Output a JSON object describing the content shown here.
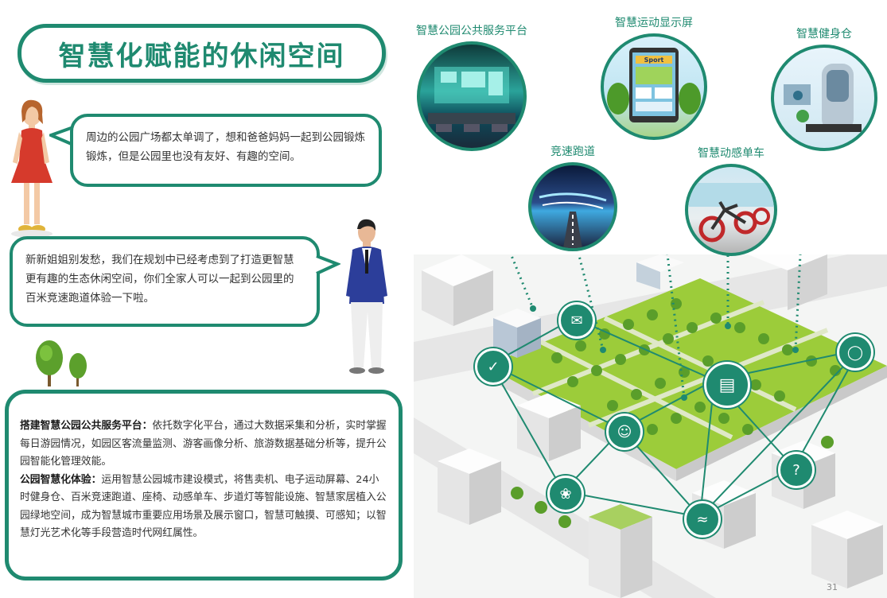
{
  "title": "智慧化赋能的休闲空间",
  "dialogues": [
    {
      "text": "周边的公园广场都太单调了，想和爸爸妈妈一起到公园锻炼锻炼，但是公园里也没有友好、有趣的空间。"
    },
    {
      "text": "新新姐姐别发愁，我们在规划中已经考虑到了打造更智慧更有趣的生态休闲空间，你们全家人可以一起到公园里的百米竞速跑道体验一下啦。"
    }
  ],
  "info": {
    "item1_title": "搭建智慧公园公共服务平台：",
    "item1_text": "依托数字化平台，通过大数据采集和分析，实时掌握每日游园情况，如园区客流量监测、游客画像分析、旅游数据基础分析等，提升公园智能化管理效能。",
    "item2_title": "公园智慧化体验：",
    "item2_text": "运用智慧公园城市建设模式，将售卖机、电子运动屏幕、24小时健身仓、百米竞速跑道、座椅、动感单车、步道灯等智能设施、智慧家居植入公园绿地空间，成为智慧城市重要应用场景及展示窗口，智慧可触摸、可感知；以智慧灯光艺术化等手段营造时代网红属性。"
  },
  "features": [
    {
      "label": "智慧公园公共服务平台"
    },
    {
      "label": "智慧运动显示屏"
    },
    {
      "label": "智慧健身仓"
    },
    {
      "label": "竞速跑道"
    },
    {
      "label": "智慧动感单车"
    }
  ],
  "screen_text": "Sport",
  "page_number": "31",
  "colors": {
    "accent": "#1f8a70",
    "grass": "#9ccc3a",
    "tree": "#5a9e2a"
  }
}
